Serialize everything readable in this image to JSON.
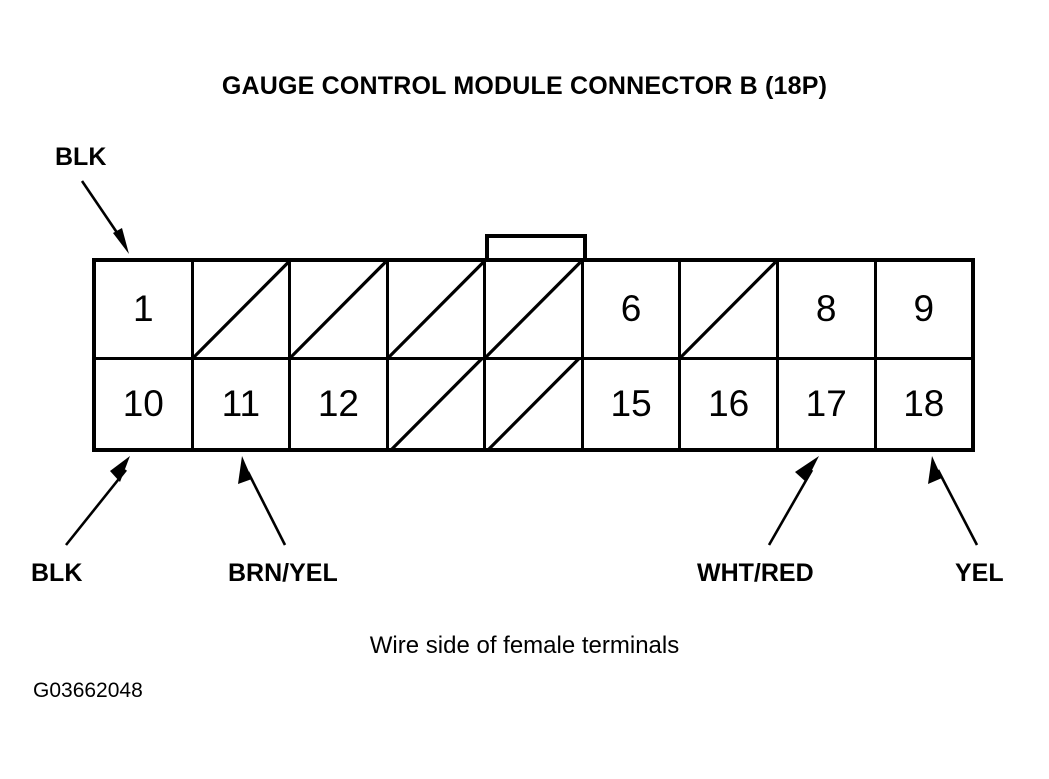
{
  "diagram": {
    "title": "GAUGE CONTROL MODULE CONNECTOR B (18P)",
    "caption": "Wire side of female terminals",
    "figure_id": "G03662048",
    "line_color": "#000000",
    "background_color": "#ffffff"
  },
  "connector": {
    "columns": 9,
    "rows": 2,
    "total_pins": 18,
    "top_row": [
      {
        "pin": "1",
        "blank": false
      },
      {
        "pin": "",
        "blank": true
      },
      {
        "pin": "",
        "blank": true
      },
      {
        "pin": "",
        "blank": true
      },
      {
        "pin": "",
        "blank": true
      },
      {
        "pin": "6",
        "blank": false
      },
      {
        "pin": "",
        "blank": true
      },
      {
        "pin": "8",
        "blank": false
      },
      {
        "pin": "9",
        "blank": false
      }
    ],
    "bottom_row": [
      {
        "pin": "10",
        "blank": false
      },
      {
        "pin": "11",
        "blank": false
      },
      {
        "pin": "12",
        "blank": false
      },
      {
        "pin": "",
        "blank": true
      },
      {
        "pin": "",
        "blank": true
      },
      {
        "pin": "15",
        "blank": false
      },
      {
        "pin": "16",
        "blank": false
      },
      {
        "pin": "17",
        "blank": false
      },
      {
        "pin": "18",
        "blank": false
      }
    ]
  },
  "wire_labels": {
    "blk_top": "BLK",
    "blk_bottom": "BLK",
    "brn_yel": "BRN/YEL",
    "wht_red": "WHT/RED",
    "yel": "YEL"
  }
}
